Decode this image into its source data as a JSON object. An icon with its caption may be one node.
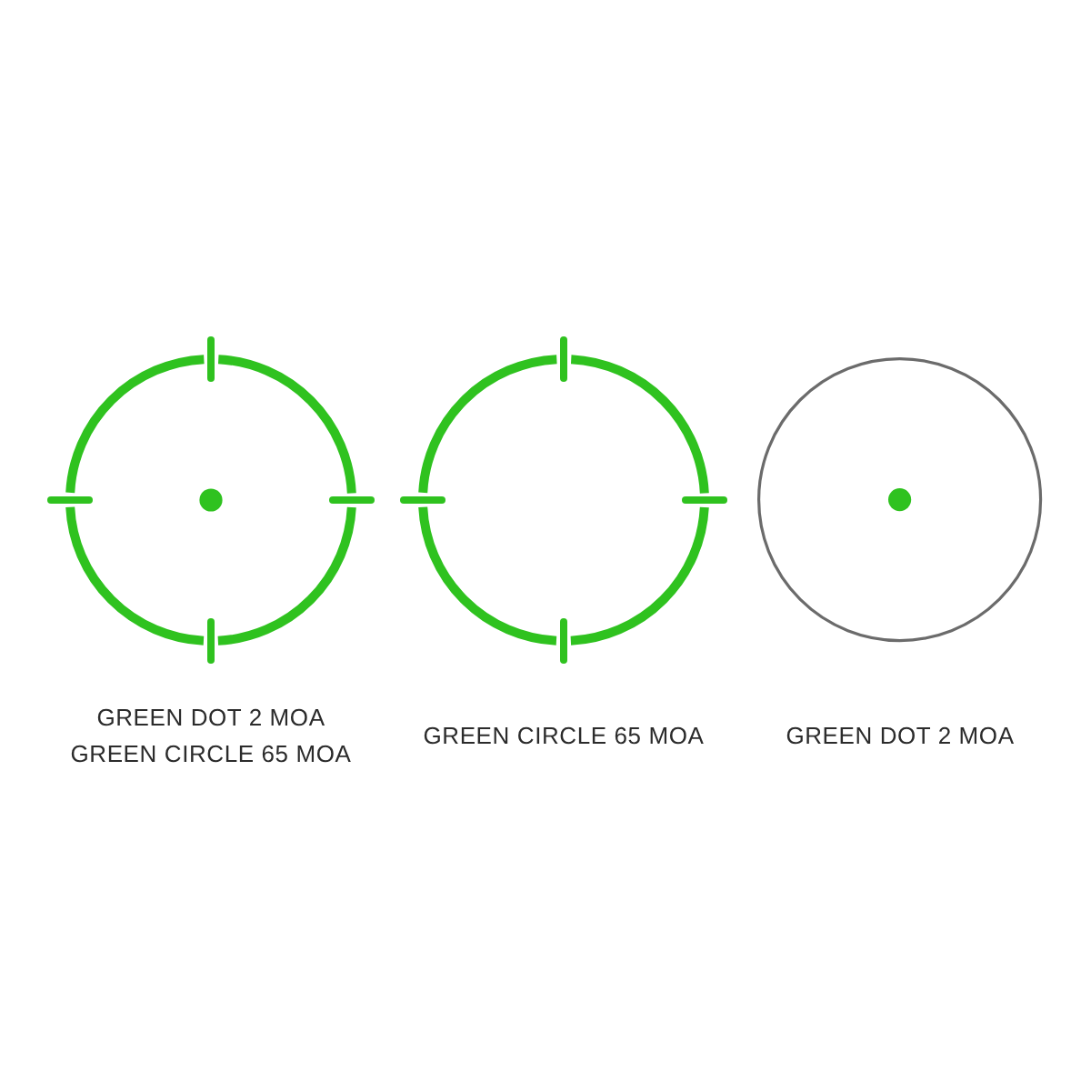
{
  "diagram": {
    "nodes": [
      {
        "text": [],
        "shape": "circle",
        "beside": [
          "GREEN DOT 2 MOA",
          "GREEN CIRCLE 65 MOA"
        ]
      },
      {
        "text": [],
        "shape": "circle",
        "beside": [
          "GREEN CIRCLE 65 MOA"
        ]
      },
      {
        "text": [],
        "shape": "circle",
        "beside": [
          "GREEN DOT 2 MOA"
        ]
      }
    ]
  }
}
